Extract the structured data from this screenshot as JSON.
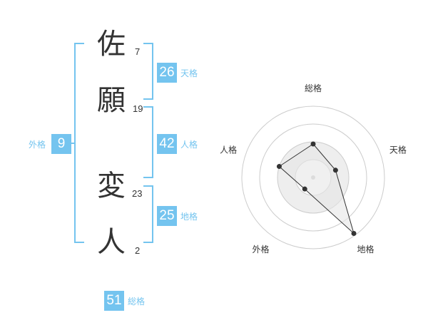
{
  "name": {
    "characters": [
      {
        "char": "佐",
        "strokes": "7"
      },
      {
        "char": "願",
        "strokes": "19"
      },
      {
        "char": "変",
        "strokes": "23"
      },
      {
        "char": "人",
        "strokes": "2"
      }
    ]
  },
  "fortunes": {
    "tenkaku": {
      "value": "26",
      "label": "天格"
    },
    "jinkaku": {
      "value": "42",
      "label": "人格"
    },
    "chikaku": {
      "value": "25",
      "label": "地格"
    },
    "gaikaku": {
      "value": "9",
      "label": "外格"
    },
    "soukaku": {
      "value": "51",
      "label": "総格"
    }
  },
  "colors": {
    "accent": "#74c4ef",
    "text": "#333333",
    "radar_ring": "#cccccc",
    "radar_fill": "#eeeeee"
  },
  "chart_data": {
    "type": "radar",
    "axes": [
      "総格",
      "天格",
      "地格",
      "外格",
      "人格"
    ],
    "values": [
      0.47,
      0.33,
      0.97,
      0.2,
      0.5
    ],
    "rings": 4,
    "range": [
      0,
      1
    ]
  }
}
